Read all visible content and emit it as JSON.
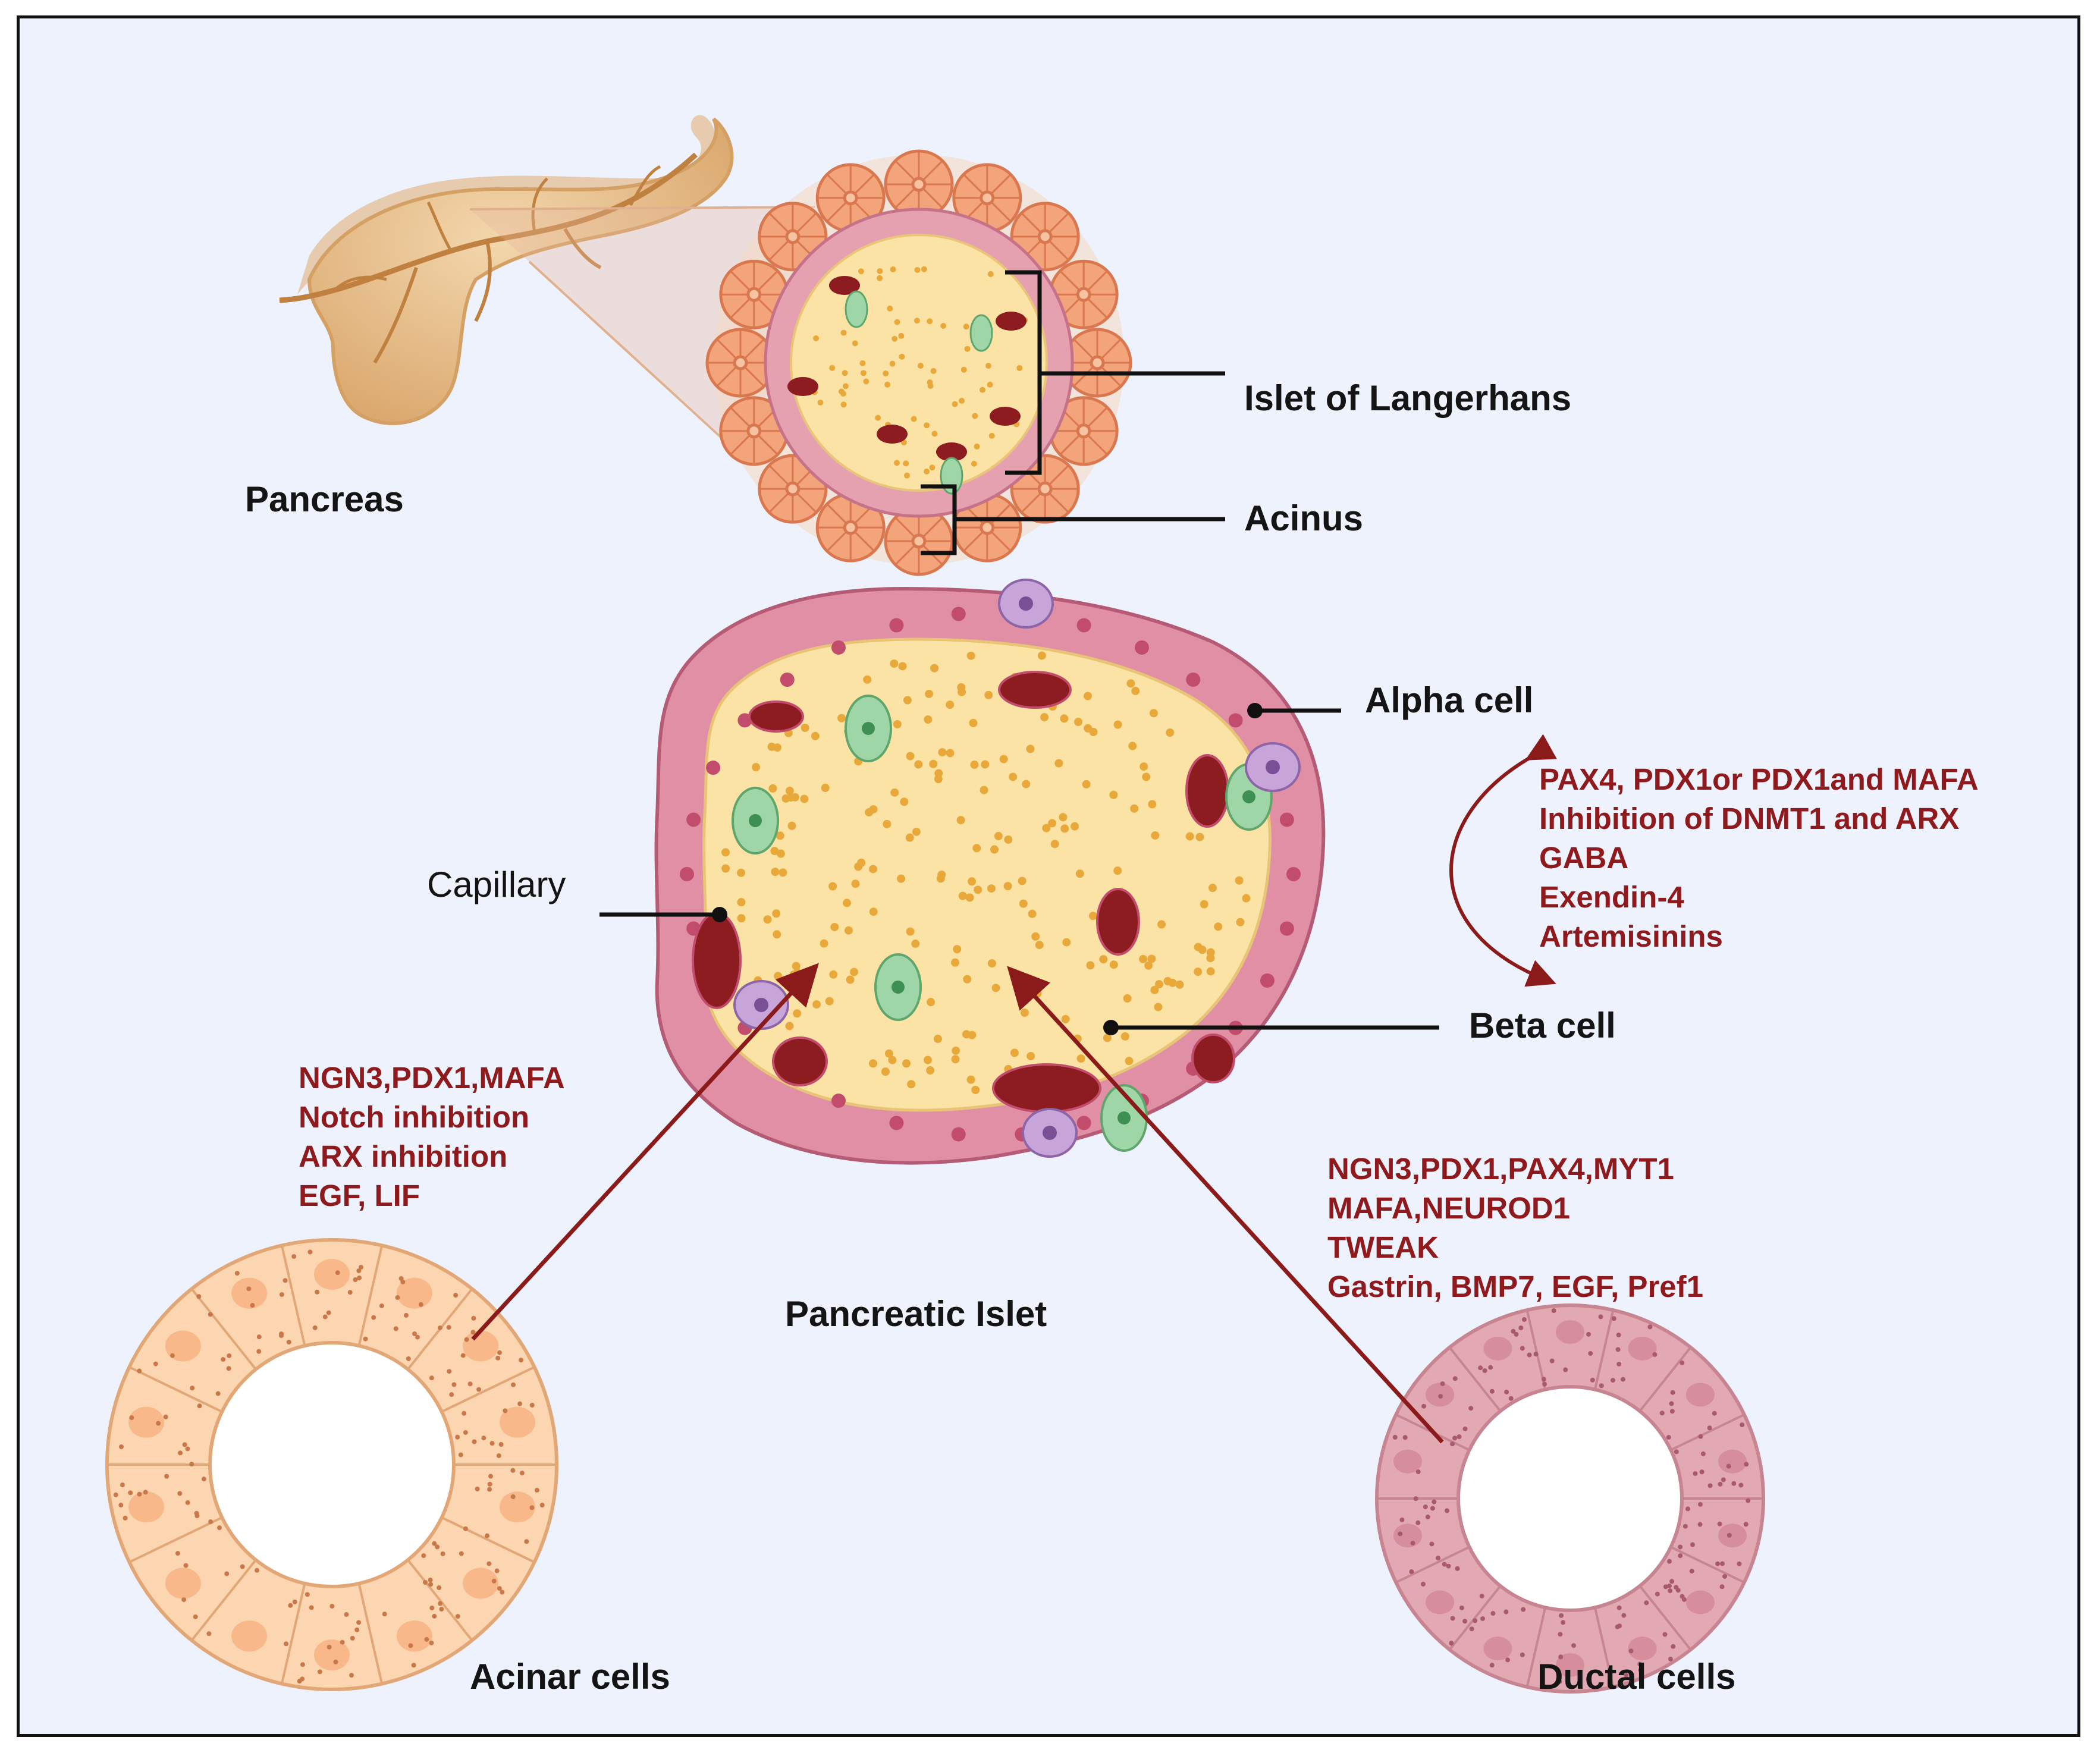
{
  "labels": {
    "pancreas": "Pancreas",
    "islet_of_langerhans": "Islet of Langerhans",
    "acinus": "Acinus",
    "alpha_cell": "Alpha cell",
    "capillary": "Capillary",
    "beta_cell": "Beta cell",
    "pancreatic_islet": "Pancreatic Islet",
    "acinar_cells": "Acinar cells",
    "ductal_cells": "Ductal cells"
  },
  "alpha_beta_factors": [
    "PAX4, PDX1or PDX1and  MAFA",
    "Inhibition of DNMT1 and ARX",
    "GABA",
    "Exendin-4",
    "Artemisinins"
  ],
  "acinar_factors": [
    "NGN3,PDX1,MAFA",
    "Notch inhibition",
    "ARX inhibition",
    "EGF, LIF"
  ],
  "ductal_factors": [
    "NGN3,PDX1,PAX4,MYT1",
    "MAFA,NEUROD1",
    "TWEAK",
    "Gastrin, BMP7, EGF, Pref1"
  ],
  "colors": {
    "background": "#eef2fd",
    "factor_text": "#8e1a1d",
    "arrow": "#8b1a1a",
    "beta_cell": "#fbe3a6",
    "alpha_cell": "#e08fa4",
    "capillary": "#8c1c20",
    "delta_cell": "#9fd6a8",
    "pp_cell": "#c7a5d9",
    "acinar": "#fbd6b0",
    "ductal": "#e2a9b3",
    "pancreas": "#e9c08f"
  }
}
